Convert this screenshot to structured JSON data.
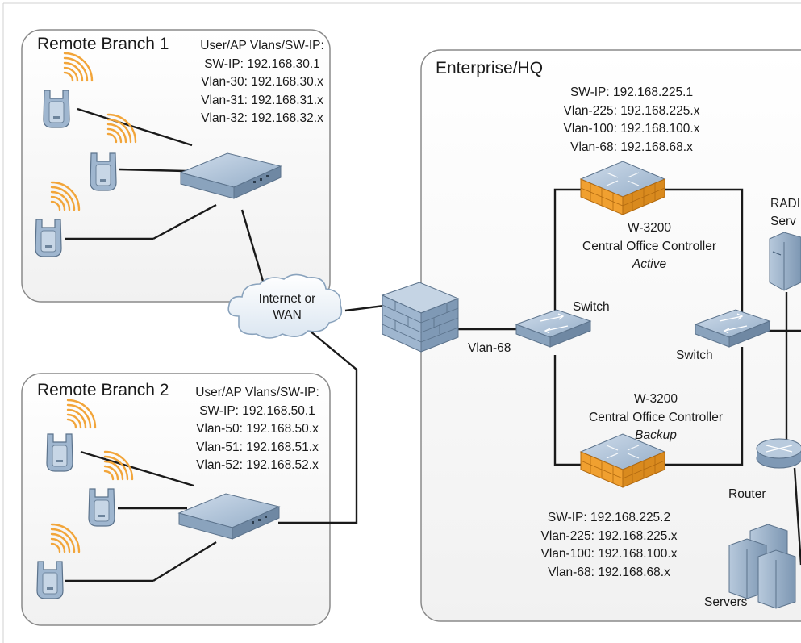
{
  "diagram": {
    "branch1": {
      "title": "Remote Branch 1",
      "info": [
        "User/AP Vlans/SW-IP:",
        "SW-IP: 192.168.30.1",
        "Vlan-30: 192.168.30.x",
        "Vlan-31: 192.168.31.x",
        "Vlan-32: 192.168.32.x"
      ]
    },
    "branch2": {
      "title": "Remote Branch 2",
      "info": [
        "User/AP Vlans/SW-IP:",
        "SW-IP: 192.168.50.1",
        "Vlan-50: 192.168.50.x",
        "Vlan-51: 192.168.51.x",
        "Vlan-52: 192.168.52.x"
      ]
    },
    "cloud": {
      "line1": "Internet or",
      "line2": "WAN"
    },
    "hq": {
      "title": "Enterprise/HQ",
      "active_info": [
        "SW-IP: 192.168.225.1",
        "Vlan-225: 192.168.225.x",
        "Vlan-100: 192.168.100.x",
        "Vlan-68: 192.168.68.x"
      ],
      "active_model": "W-3200",
      "active_desc": "Central Office Controller",
      "active_role": "Active",
      "backup_model": "W-3200",
      "backup_desc": "Central Office Controller",
      "backup_role": "Backup",
      "backup_info": [
        "SW-IP: 192.168.225.2",
        "Vlan-225: 192.168.225.x",
        "Vlan-100: 192.168.100.x",
        "Vlan-68: 192.168.68.x"
      ],
      "switch_left": "Switch",
      "switch_right": "Switch",
      "vlan_label": "Vlan-68",
      "radius_line1": "RADI",
      "radius_line2": "Serv",
      "router": "Router",
      "servers": "Servers"
    },
    "colors": {
      "box_border": "#8a8a8a",
      "device_blue": "#a9bfd6",
      "controller_orange": "#f0a030",
      "signal_orange": "#f2a53a",
      "line": "#1a1a1a"
    }
  }
}
